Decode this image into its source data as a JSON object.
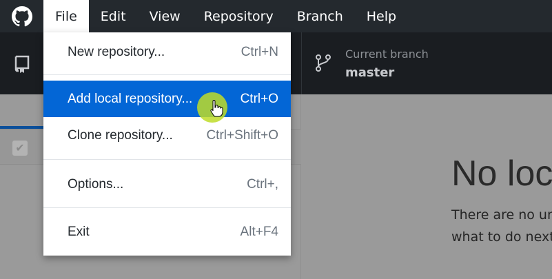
{
  "menubar": {
    "items": [
      {
        "label": "File"
      },
      {
        "label": "Edit"
      },
      {
        "label": "View"
      },
      {
        "label": "Repository"
      },
      {
        "label": "Branch"
      },
      {
        "label": "Help"
      }
    ]
  },
  "toolbar": {
    "branch_label": "Current branch",
    "branch_name": "master"
  },
  "main": {
    "title": "No loc",
    "desc_line1": "There are no un",
    "desc_line2": "what to do next"
  },
  "file_menu": {
    "items": [
      {
        "label": "New repository...",
        "shortcut": "Ctrl+N"
      },
      {
        "label": "Add local repository...",
        "shortcut": "Ctrl+O",
        "highlighted": true
      },
      {
        "label": "Clone repository...",
        "shortcut": "Ctrl+Shift+O"
      },
      {
        "label": "Options...",
        "shortcut": "Ctrl+,"
      },
      {
        "label": "Exit",
        "shortcut": "Alt+F4"
      }
    ]
  },
  "colors": {
    "highlight": "#0366d6",
    "menubar": "#24292e"
  }
}
